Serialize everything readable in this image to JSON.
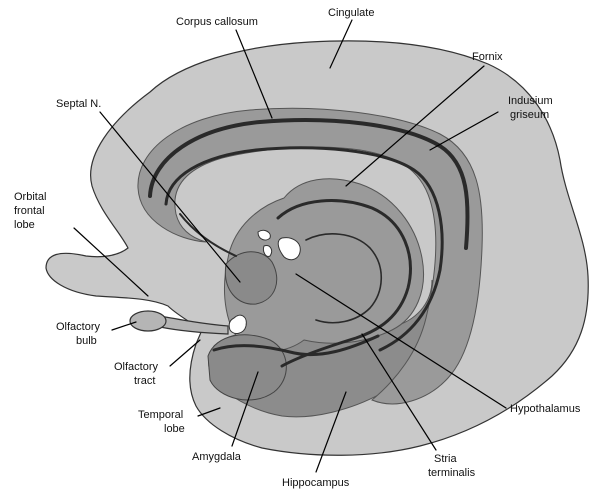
{
  "colors": {
    "light_gray": "#c9c9c9",
    "medium_gray": "#9a9a9a",
    "dark_gray": "#7d7d7d",
    "line": "#000000",
    "background": "#ffffff"
  },
  "labels": {
    "corpus_callosum": "Corpus callosum",
    "cingulate": "Cingulate",
    "fornix": "Fornix",
    "indusium_griseum_1": "Indusium",
    "indusium_griseum_2": "griseum",
    "septal_n": "Septal N.",
    "orbital_frontal_1": "Orbital",
    "orbital_frontal_2": "frontal",
    "orbital_frontal_3": "lobe",
    "olfactory_bulb_1": "Olfactory",
    "olfactory_bulb_2": "bulb",
    "olfactory_tract_1": "Olfactory",
    "olfactory_tract_2": "tract",
    "temporal_lobe_1": "Temporal",
    "temporal_lobe_2": "lobe",
    "amygdala": "Amygdala",
    "hippocampus": "Hippocampus",
    "stria_terminalis_1": "Stria",
    "stria_terminalis_2": "terminalis",
    "hypothalamus": "Hypothalamus"
  }
}
